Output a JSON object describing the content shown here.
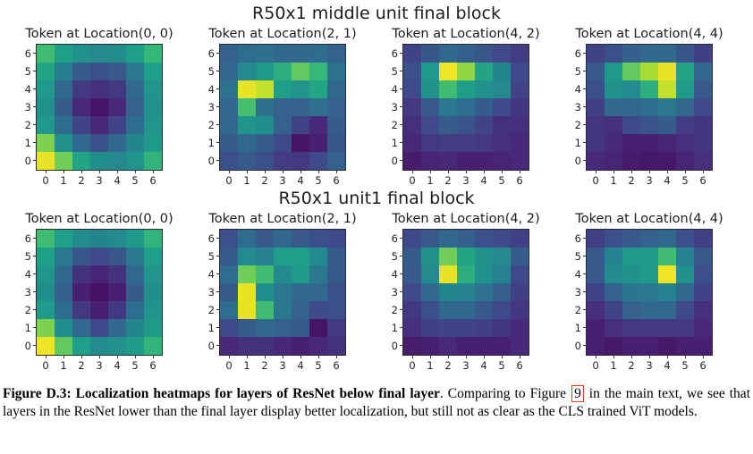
{
  "figure": {
    "rows": [
      {
        "title": "R50x1 middle unit final block",
        "chart_indexes": [
          0,
          1,
          2,
          3
        ]
      },
      {
        "title": "R50x1 unit1 final block",
        "chart_indexes": [
          4,
          5,
          6,
          7
        ]
      }
    ],
    "axis": {
      "x_ticks": [
        "0",
        "1",
        "2",
        "3",
        "4",
        "5",
        "6"
      ],
      "y_ticks_top_to_bottom": [
        "6",
        "5",
        "4",
        "3",
        "2",
        "1",
        "0"
      ]
    }
  },
  "chart_data": [
    {
      "type": "heatmap",
      "group": "R50x1 middle unit final block",
      "title": "Token at Location(0, 0)",
      "x": [
        0,
        1,
        2,
        3,
        4,
        5,
        6
      ],
      "y": [
        0,
        1,
        2,
        3,
        4,
        5,
        6
      ],
      "colormap": "viridis",
      "value_range": [
        0,
        1
      ],
      "values_note": "rows listed from y=6 (top) to y=0 (bottom); values are normalized colormap intensities",
      "values": [
        [
          0.72,
          0.6,
          0.5,
          0.45,
          0.48,
          0.58,
          0.7
        ],
        [
          0.62,
          0.38,
          0.26,
          0.22,
          0.25,
          0.36,
          0.58
        ],
        [
          0.55,
          0.3,
          0.15,
          0.12,
          0.15,
          0.3,
          0.52
        ],
        [
          0.5,
          0.26,
          0.1,
          0.05,
          0.1,
          0.28,
          0.5
        ],
        [
          0.55,
          0.32,
          0.18,
          0.1,
          0.18,
          0.32,
          0.52
        ],
        [
          0.82,
          0.5,
          0.3,
          0.22,
          0.3,
          0.42,
          0.55
        ],
        [
          0.97,
          0.8,
          0.62,
          0.48,
          0.45,
          0.52,
          0.68
        ]
      ]
    },
    {
      "type": "heatmap",
      "group": "R50x1 middle unit final block",
      "title": "Token at Location(2, 1)",
      "x": [
        0,
        1,
        2,
        3,
        4,
        5,
        6
      ],
      "y": [
        0,
        1,
        2,
        3,
        4,
        5,
        6
      ],
      "colormap": "viridis",
      "value_range": [
        0,
        1
      ],
      "values_note": "rows listed from y=6 (top) to y=0 (bottom)",
      "values": [
        [
          0.28,
          0.32,
          0.33,
          0.3,
          0.3,
          0.32,
          0.28
        ],
        [
          0.3,
          0.45,
          0.55,
          0.66,
          0.78,
          0.7,
          0.34
        ],
        [
          0.34,
          0.97,
          0.92,
          0.58,
          0.52,
          0.62,
          0.3
        ],
        [
          0.3,
          0.73,
          0.33,
          0.28,
          0.28,
          0.33,
          0.28
        ],
        [
          0.3,
          0.52,
          0.48,
          0.28,
          0.18,
          0.1,
          0.26
        ],
        [
          0.26,
          0.3,
          0.26,
          0.2,
          0.05,
          0.08,
          0.24
        ],
        [
          0.22,
          0.26,
          0.22,
          0.16,
          0.15,
          0.2,
          0.28
        ]
      ]
    },
    {
      "type": "heatmap",
      "group": "R50x1 middle unit final block",
      "title": "Token at Location(4, 2)",
      "x": [
        0,
        1,
        2,
        3,
        4,
        5,
        6
      ],
      "y": [
        0,
        1,
        2,
        3,
        4,
        5,
        6
      ],
      "colormap": "viridis",
      "value_range": [
        0,
        1
      ],
      "values_note": "rows listed from y=6 (top) to y=0 (bottom)",
      "values": [
        [
          0.18,
          0.24,
          0.3,
          0.27,
          0.24,
          0.2,
          0.16
        ],
        [
          0.22,
          0.55,
          0.98,
          0.85,
          0.62,
          0.42,
          0.2
        ],
        [
          0.2,
          0.5,
          0.72,
          0.58,
          0.5,
          0.45,
          0.18
        ],
        [
          0.15,
          0.25,
          0.36,
          0.32,
          0.26,
          0.2,
          0.14
        ],
        [
          0.12,
          0.2,
          0.26,
          0.23,
          0.18,
          0.13,
          0.12
        ],
        [
          0.1,
          0.15,
          0.16,
          0.16,
          0.15,
          0.12,
          0.1
        ],
        [
          0.07,
          0.09,
          0.1,
          0.08,
          0.08,
          0.09,
          0.1
        ]
      ]
    },
    {
      "type": "heatmap",
      "group": "R50x1 middle unit final block",
      "title": "Token at Location(4, 4)",
      "x": [
        0,
        1,
        2,
        3,
        4,
        5,
        6
      ],
      "y": [
        0,
        1,
        2,
        3,
        4,
        5,
        6
      ],
      "colormap": "viridis",
      "value_range": [
        0,
        1
      ],
      "values_note": "rows listed from y=6 (top) to y=0 (bottom)",
      "values": [
        [
          0.18,
          0.22,
          0.27,
          0.3,
          0.3,
          0.24,
          0.17
        ],
        [
          0.25,
          0.55,
          0.78,
          0.88,
          0.97,
          0.62,
          0.3
        ],
        [
          0.22,
          0.5,
          0.46,
          0.66,
          0.92,
          0.56,
          0.25
        ],
        [
          0.17,
          0.3,
          0.3,
          0.32,
          0.36,
          0.3,
          0.2
        ],
        [
          0.14,
          0.12,
          0.2,
          0.23,
          0.26,
          0.16,
          0.14
        ],
        [
          0.14,
          0.11,
          0.08,
          0.08,
          0.09,
          0.12,
          0.14
        ],
        [
          0.11,
          0.09,
          0.07,
          0.06,
          0.06,
          0.09,
          0.12
        ]
      ]
    },
    {
      "type": "heatmap",
      "group": "R50x1 unit1 final block",
      "title": "Token at Location(0, 0)",
      "x": [
        0,
        1,
        2,
        3,
        4,
        5,
        6
      ],
      "y": [
        0,
        1,
        2,
        3,
        4,
        5,
        6
      ],
      "colormap": "viridis",
      "value_range": [
        0,
        1
      ],
      "values_note": "rows listed from y=6 (top) to y=0 (bottom)",
      "values": [
        [
          0.72,
          0.58,
          0.47,
          0.42,
          0.46,
          0.55,
          0.68
        ],
        [
          0.6,
          0.36,
          0.24,
          0.2,
          0.24,
          0.36,
          0.58
        ],
        [
          0.53,
          0.3,
          0.13,
          0.09,
          0.13,
          0.3,
          0.52
        ],
        [
          0.48,
          0.27,
          0.08,
          0.04,
          0.08,
          0.26,
          0.48
        ],
        [
          0.56,
          0.32,
          0.15,
          0.08,
          0.15,
          0.32,
          0.52
        ],
        [
          0.82,
          0.48,
          0.3,
          0.2,
          0.3,
          0.42,
          0.56
        ],
        [
          0.98,
          0.78,
          0.58,
          0.46,
          0.5,
          0.56,
          0.68
        ]
      ]
    },
    {
      "type": "heatmap",
      "group": "R50x1 unit1 final block",
      "title": "Token at Location(2, 1)",
      "x": [
        0,
        1,
        2,
        3,
        4,
        5,
        6
      ],
      "y": [
        0,
        1,
        2,
        3,
        4,
        5,
        6
      ],
      "colormap": "viridis",
      "value_range": [
        0,
        1
      ],
      "values_note": "rows listed from y=6 (top) to y=0 (bottom)",
      "values": [
        [
          0.22,
          0.32,
          0.25,
          0.3,
          0.25,
          0.22,
          0.2
        ],
        [
          0.26,
          0.46,
          0.4,
          0.58,
          0.58,
          0.46,
          0.26
        ],
        [
          0.32,
          0.8,
          0.72,
          0.46,
          0.56,
          0.36,
          0.26
        ],
        [
          0.26,
          0.97,
          0.48,
          0.36,
          0.3,
          0.3,
          0.22
        ],
        [
          0.32,
          0.97,
          0.72,
          0.36,
          0.28,
          0.2,
          0.22
        ],
        [
          0.2,
          0.26,
          0.3,
          0.28,
          0.26,
          0.05,
          0.15
        ],
        [
          0.1,
          0.13,
          0.13,
          0.1,
          0.08,
          0.1,
          0.13
        ]
      ]
    },
    {
      "type": "heatmap",
      "group": "R50x1 unit1 final block",
      "title": "Token at Location(4, 2)",
      "x": [
        0,
        1,
        2,
        3,
        4,
        5,
        6
      ],
      "y": [
        0,
        1,
        2,
        3,
        4,
        5,
        6
      ],
      "colormap": "viridis",
      "value_range": [
        0,
        1
      ],
      "values_note": "rows listed from y=6 (top) to y=0 (bottom)",
      "values": [
        [
          0.2,
          0.25,
          0.3,
          0.27,
          0.22,
          0.2,
          0.17
        ],
        [
          0.26,
          0.5,
          0.8,
          0.62,
          0.5,
          0.45,
          0.26
        ],
        [
          0.25,
          0.46,
          0.97,
          0.66,
          0.5,
          0.4,
          0.2
        ],
        [
          0.2,
          0.3,
          0.42,
          0.4,
          0.34,
          0.27,
          0.17
        ],
        [
          0.15,
          0.22,
          0.3,
          0.3,
          0.25,
          0.2,
          0.14
        ],
        [
          0.12,
          0.17,
          0.18,
          0.18,
          0.17,
          0.14,
          0.11
        ],
        [
          0.07,
          0.08,
          0.1,
          0.08,
          0.08,
          0.08,
          0.1
        ]
      ]
    },
    {
      "type": "heatmap",
      "group": "R50x1 unit1 final block",
      "title": "Token at Location(4, 4)",
      "x": [
        0,
        1,
        2,
        3,
        4,
        5,
        6
      ],
      "y": [
        0,
        1,
        2,
        3,
        4,
        5,
        6
      ],
      "colormap": "viridis",
      "value_range": [
        0,
        1
      ],
      "values_note": "rows listed from y=6 (top) to y=0 (bottom)",
      "values": [
        [
          0.17,
          0.22,
          0.25,
          0.28,
          0.3,
          0.22,
          0.17
        ],
        [
          0.25,
          0.4,
          0.55,
          0.56,
          0.72,
          0.4,
          0.25
        ],
        [
          0.25,
          0.46,
          0.5,
          0.56,
          0.98,
          0.5,
          0.22
        ],
        [
          0.18,
          0.28,
          0.35,
          0.36,
          0.4,
          0.3,
          0.18
        ],
        [
          0.12,
          0.18,
          0.28,
          0.3,
          0.3,
          0.2,
          0.12
        ],
        [
          0.08,
          0.12,
          0.15,
          0.15,
          0.15,
          0.15,
          0.1
        ],
        [
          0.08,
          0.06,
          0.08,
          0.08,
          0.06,
          0.08,
          0.08
        ]
      ]
    }
  ],
  "caption": {
    "bold": "Figure D.3: Localization heatmaps for layers of ResNet below final layer",
    "after_bold": ". Comparing to Figure ",
    "figure_ref": "9",
    "after_ref": " in the main text, we see that layers in the ResNet lower than the final layer display better localization, but still not as clear as the CLS trained ViT models."
  },
  "colors": {
    "viridis_stops": [
      [
        0.0,
        "#440154"
      ],
      [
        0.1,
        "#482878"
      ],
      [
        0.2,
        "#3e4a89"
      ],
      [
        0.3,
        "#31688e"
      ],
      [
        0.4,
        "#26828e"
      ],
      [
        0.5,
        "#21918c"
      ],
      [
        0.6,
        "#1fa188"
      ],
      [
        0.7,
        "#35b779"
      ],
      [
        0.8,
        "#6ece58"
      ],
      [
        0.9,
        "#b5de2b"
      ],
      [
        1.0,
        "#fde725"
      ]
    ],
    "reference_box": "#e03a20",
    "axis_spine": "#2a2a2a",
    "text": "#262626"
  }
}
